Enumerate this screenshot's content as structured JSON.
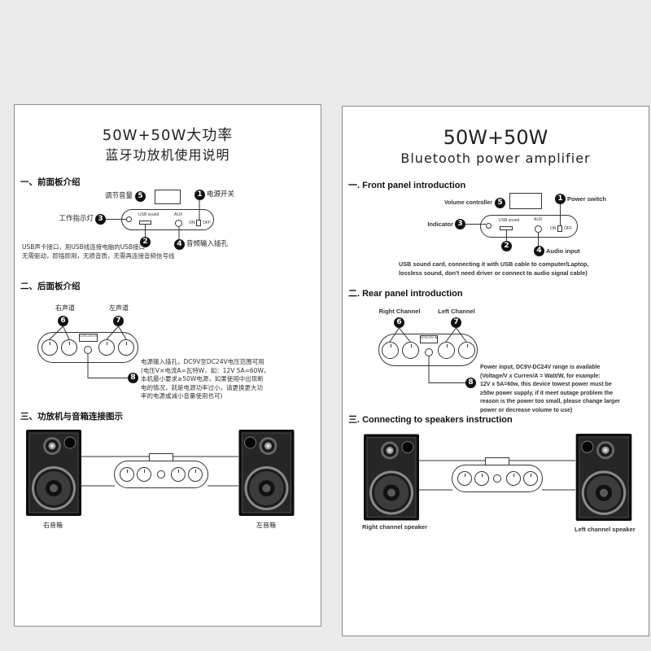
{
  "left_page": {
    "title_line1": "50W+50W大功率",
    "title_line2": "蓝牙功放机使用说明",
    "front": {
      "heading": "一、前面板介绍",
      "volume": {
        "num": "5",
        "label": "调节音量"
      },
      "power": {
        "num": "1",
        "label": "电源开关"
      },
      "indicator": {
        "num": "3",
        "label": "工作指示灯"
      },
      "usb": {
        "num": "2",
        "text": "USB sound"
      },
      "aux": {
        "num": "4",
        "text": "AUX",
        "label": "音频输入插孔"
      },
      "switch_on": "ON",
      "switch_off": "OFF",
      "desc": [
        "USB声卡接口，用USB线连接电脑的USB接口",
        "无需驱动，即插即用，无损音质，无需再连接音频信号线"
      ]
    },
    "rear": {
      "heading": "二、后面板介绍",
      "right_channel": {
        "num": "6",
        "label": "右声道"
      },
      "left_channel": {
        "num": "7",
        "label": "左声道"
      },
      "dc_label": "DC9V-24V IN",
      "power_num": "8",
      "desc": [
        "电源输入插孔，DC9V至DC24V电压范围可用",
        "(电压V×电流A=瓦特W，如：12V 5A=60W，",
        "本机最小要求≥50W电源，如果使用中出现断",
        "电的情况，就是电源功率过小，请更换更大功",
        "率的电源或减小音量使用也可)"
      ]
    },
    "connect": {
      "heading": "三、功放机与音箱连接图示",
      "right_speaker": "右音箱",
      "left_speaker": "左音箱"
    }
  },
  "right_page": {
    "title_line1": "50W+50W",
    "title_line2": "Bluetooth power amplifier",
    "front": {
      "heading": "一. Front panel introduction",
      "volume": {
        "num": "5",
        "label": "Volume controller"
      },
      "power": {
        "num": "1",
        "label": "Power switch"
      },
      "indicator": {
        "num": "3",
        "label": "Indicator"
      },
      "usb": {
        "num": "2",
        "text": "USB sound"
      },
      "aux": {
        "num": "4",
        "text": "AUX",
        "label": "Audio input"
      },
      "switch_on": "ON",
      "switch_off": "OFF",
      "desc": [
        "USB sound card, connecting it with USB cable to computer/Laptop,",
        "lossless sound, don't need driver or connect to audio signal cable)"
      ]
    },
    "rear": {
      "heading": "二. Rear panel introduction",
      "right_channel": {
        "num": "6",
        "label": "Right Channel"
      },
      "left_channel": {
        "num": "7",
        "label": "Left Channel"
      },
      "dc_label": "DC9V-24V IN",
      "power_num": "8",
      "desc": [
        "Power input, DC9V-DC24V range is available",
        "(Voltage/V x Curren/A = Watt/W, for example:",
        "12V x 5A=60w, this device towest power must be",
        "≥50w power supply, if it meet outage problem the",
        "reason is the power too small, please change larger",
        "power or decrease volume to use)"
      ]
    },
    "connect": {
      "heading": "三. Connecting to speakers instruction",
      "right_speaker": "Right channel speaker",
      "left_speaker": "Left channel speaker"
    }
  }
}
